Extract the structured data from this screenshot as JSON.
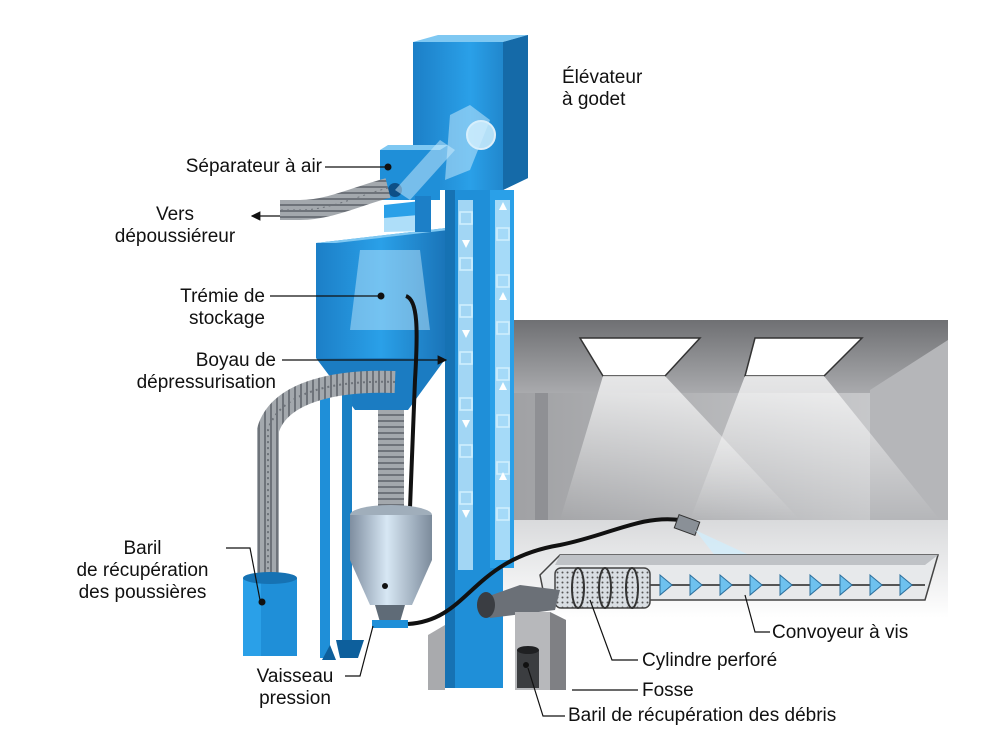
{
  "labels": {
    "elevator": [
      "Élévateur",
      "à godet"
    ],
    "air_separator": "Séparateur à air",
    "to_dust_collector": [
      "Vers",
      "dépoussiéreur"
    ],
    "storage_hopper": [
      "Trémie de",
      "stockage"
    ],
    "depressurization_hose": [
      "Boyau de",
      "dépressurisation"
    ],
    "dust_barrel": [
      "Baril",
      "de récupération",
      "des poussières"
    ],
    "pressure_vessel": [
      "Vaisseau",
      "pression"
    ],
    "screw_conveyor": "Convoyeur à vis",
    "perforated_cylinder": "Cylindre perforé",
    "pit": "Fosse",
    "debris_barrel": "Baril de récupération des débris"
  },
  "colors": {
    "machine_blue": "#1f8fd8",
    "machine_dark": "#0a5e9e",
    "hose_gray": "#9aa0a6",
    "room_gray": "#7d7d80",
    "flow_light": "#cfeefd"
  }
}
